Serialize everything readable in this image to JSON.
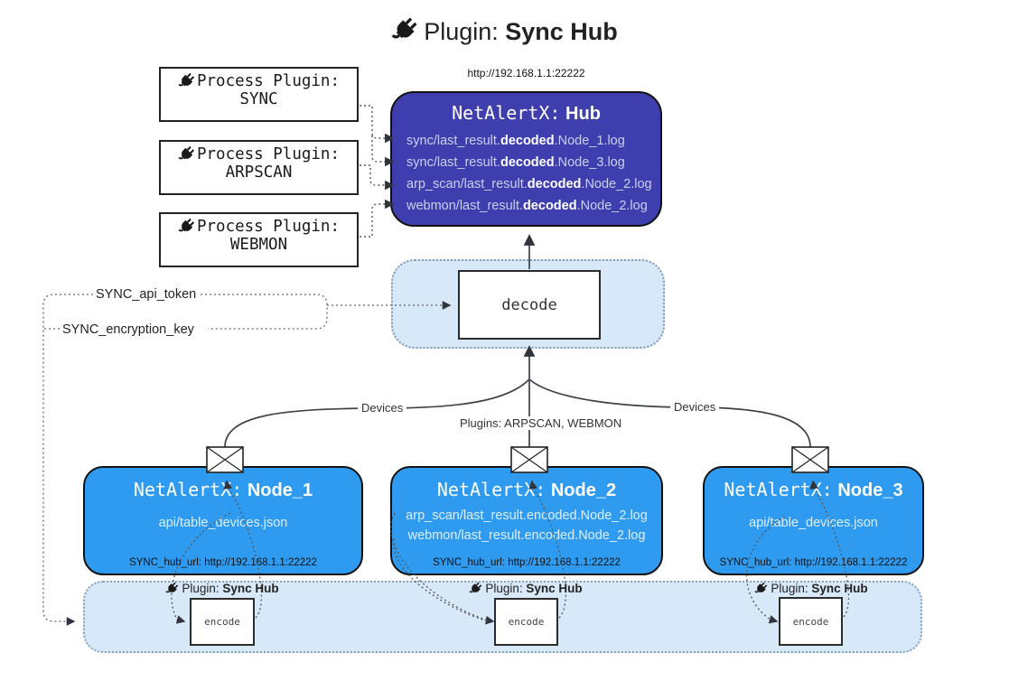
{
  "title": {
    "prefix": "Plugin:",
    "emphasis": "Sync Hub"
  },
  "process_plugins": [
    {
      "label": "Process Plugin:",
      "name": "SYNC"
    },
    {
      "label": "Process Plugin:",
      "name": "ARPSCAN"
    },
    {
      "label": "Process Plugin:",
      "name": "WEBMON"
    }
  ],
  "hub": {
    "url": "http://192.168.1.1:22222",
    "title_prefix": "NetAlertX:",
    "title_name": "Hub",
    "lines": [
      {
        "pre": "sync/last_result.",
        "bold": "decoded",
        "post": ".Node_1.log"
      },
      {
        "pre": "sync/last_result.",
        "bold": "decoded",
        "post": ".Node_3.log"
      },
      {
        "pre": "arp_scan/last_result.",
        "bold": "decoded",
        "post": ".Node_2.log"
      },
      {
        "pre": "webmon/last_result.",
        "bold": "decoded",
        "post": ".Node_2.log"
      }
    ]
  },
  "decode": {
    "label": "decode"
  },
  "keys": {
    "api_token": "SYNC_api_token",
    "encryption_key": "SYNC_encryption_key"
  },
  "edges": {
    "devices_left": "Devices",
    "devices_right": "Devices",
    "plugins_mid": "Plugins: ARPSCAN, WEBMON"
  },
  "nodes": [
    {
      "title_prefix": "NetAlertX:",
      "title_name": "Node_1",
      "lines": [
        "api/table_devices.json"
      ],
      "hub_url": "SYNC_hub_url: http://192.168.1.1:22222"
    },
    {
      "title_prefix": "NetAlertX:",
      "title_name": "Node_2",
      "lines": [
        "arp_scan/last_result.encoded.Node_2.log",
        "webmon/last_result.encoded.Node_2.log"
      ],
      "hub_url": "SYNC_hub_url: http://192.168.1.1:22222"
    },
    {
      "title_prefix": "NetAlertX:",
      "title_name": "Node_3",
      "lines": [
        "api/table_devices.json"
      ],
      "hub_url": "SYNC_hub_url: http://192.168.1.1:22222"
    }
  ],
  "encoders": [
    {
      "plugin_prefix": "Plugin:",
      "plugin_name": "Sync Hub",
      "box_label": "encode"
    },
    {
      "plugin_prefix": "Plugin:",
      "plugin_name": "Sync Hub",
      "box_label": "encode"
    },
    {
      "plugin_prefix": "Plugin:",
      "plugin_name": "Sync Hub",
      "box_label": "encode"
    }
  ],
  "colors": {
    "hub_bg": "#3E3EAE",
    "node_bg": "#2F9BF0",
    "container_bg": "#D7E8F8",
    "hub_text": "#C9D0F0",
    "node_text": "#DDEFFC"
  }
}
